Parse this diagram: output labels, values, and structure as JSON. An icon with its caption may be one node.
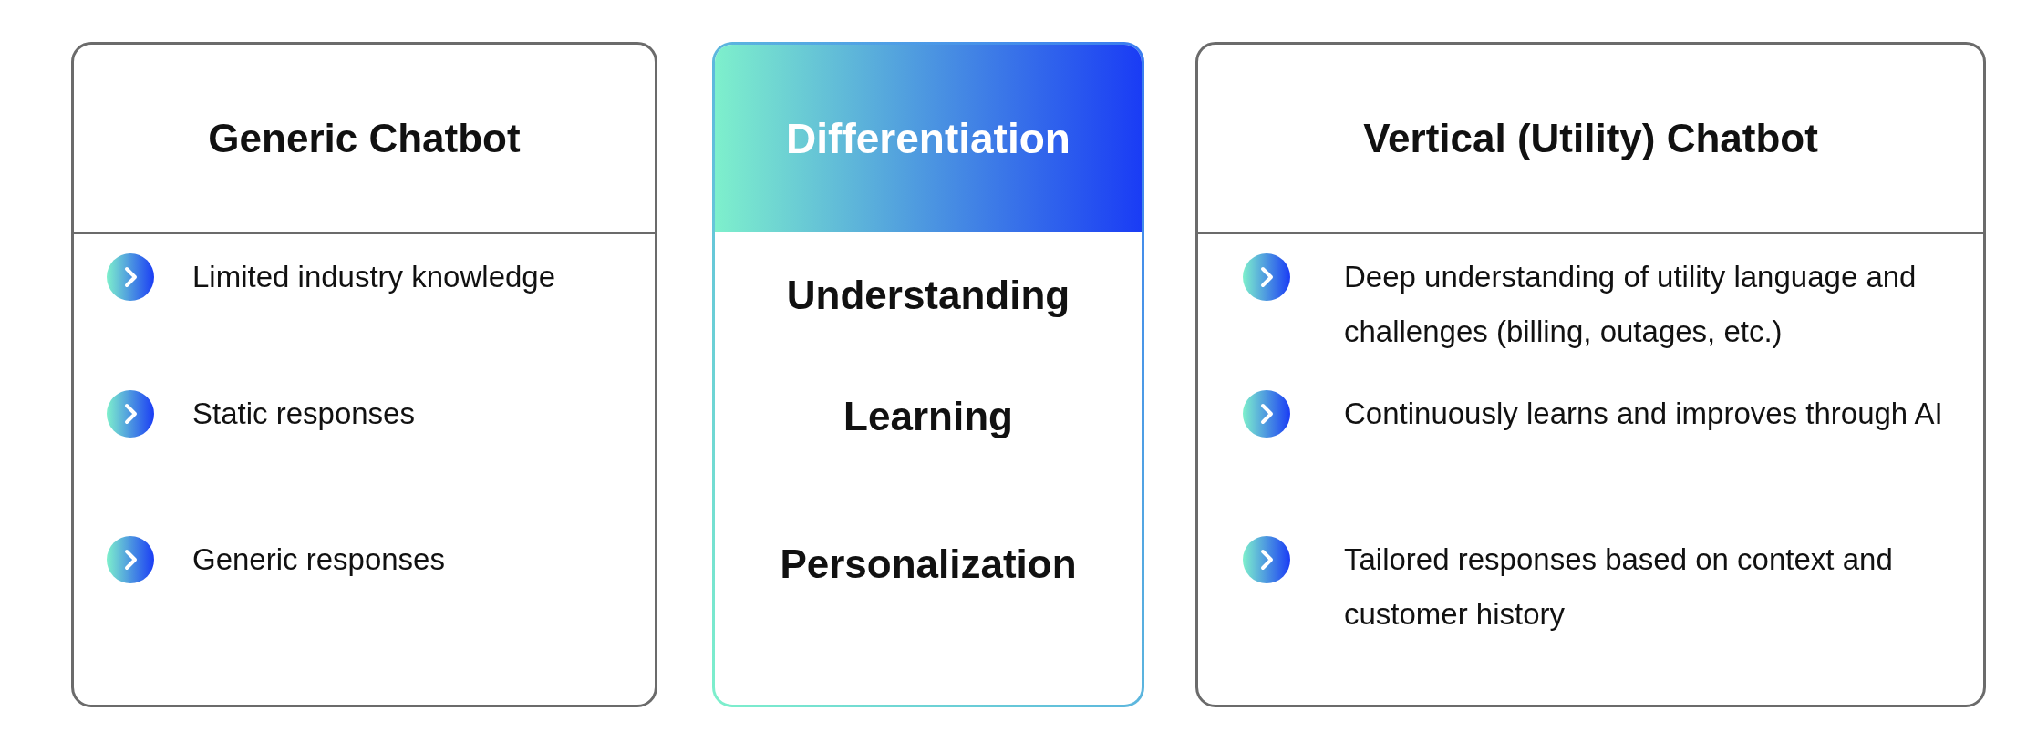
{
  "diagram": {
    "nodes": [
      {
        "text": [
          "Generic Chatbot",
          "Limited industry knowledge",
          "Static responses",
          "Generic responses"
        ]
      },
      {
        "text": [
          "Differentiation",
          "Understanding",
          "Learning",
          "Personalization"
        ]
      },
      {
        "text": [
          "Vertical (Utility) Chatbot",
          "Deep understanding of utility language and challenges (billing, outages, etc.)",
          "Continuously learns and improves through AI",
          "Tailored responses based on context and customer history"
        ]
      }
    ]
  }
}
